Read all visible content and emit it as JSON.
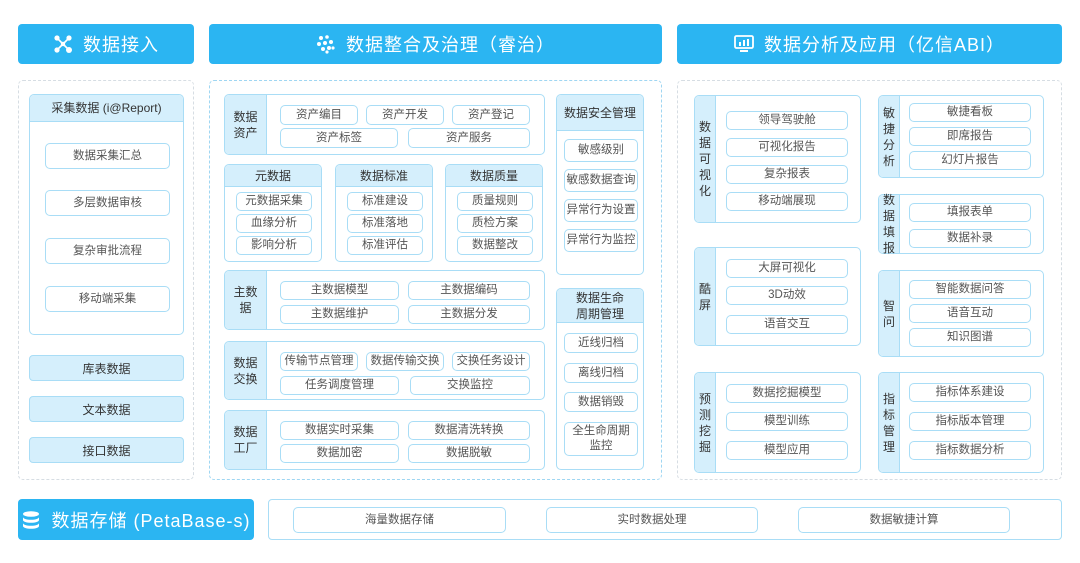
{
  "colors": {
    "header_blue": "#2bb5f2",
    "light_fill": "#d5effc",
    "border_blue": "#a9ddf6"
  },
  "ingest": {
    "title": "数据接入",
    "icon": "nodes-icon",
    "collect": {
      "title": "采集数据 (i@Report)",
      "items": [
        "数据采集汇总",
        "多层数据审核",
        "复杂审批流程",
        "移动端采集"
      ]
    },
    "sources": [
      "库表数据",
      "文本数据",
      "接口数据"
    ]
  },
  "governance": {
    "title": "数据整合及治理（睿治）",
    "icon": "swirl-icon",
    "asset": {
      "label": "数据资产",
      "items": [
        "资产编目",
        "资产开发",
        "资产登记",
        "资产标签",
        "资产服务"
      ]
    },
    "meta": {
      "title": "元数据",
      "items": [
        "元数据采集",
        "血缘分析",
        "影响分析"
      ]
    },
    "standard": {
      "title": "数据标准",
      "items": [
        "标准建设",
        "标准落地",
        "标准评估"
      ]
    },
    "quality": {
      "title": "数据质量",
      "items": [
        "质量规则",
        "质检方案",
        "数据整改"
      ]
    },
    "master": {
      "label": "主数据",
      "items": [
        "主数据模型",
        "主数据编码",
        "主数据维护",
        "主数据分发"
      ]
    },
    "exchange": {
      "label": "数据交换",
      "items": [
        "传输节点管理",
        "数据传输交换",
        "交换任务设计",
        "任务调度管理",
        "交换监控"
      ]
    },
    "factory": {
      "label": "数据工厂",
      "items": [
        "数据实时采集",
        "数据清洗转换",
        "数据加密",
        "数据脱敏"
      ]
    },
    "security": {
      "title": "数据安全管理",
      "items": [
        "敏感级别",
        "敏感数据查询",
        "异常行为设置",
        "异常行为监控"
      ]
    },
    "lifecycle": {
      "title": "数据生命周期管理",
      "items": [
        "近线归档",
        "离线归档",
        "数据销毁",
        "全生命周期监控"
      ]
    }
  },
  "analytics": {
    "title": "数据分析及应用（亿信ABI）",
    "icon": "monitor-chart-icon",
    "groups": [
      {
        "label": "数据可视化",
        "items": [
          "领导驾驶舱",
          "可视化报告",
          "复杂报表",
          "移动端展现"
        ]
      },
      {
        "label": "酷屏",
        "items": [
          "大屏可视化",
          "3D动效",
          "语音交互"
        ]
      },
      {
        "label": "预测挖掘",
        "items": [
          "数据挖掘模型",
          "模型训练",
          "模型应用"
        ]
      },
      {
        "label": "敏捷分析",
        "items": [
          "敏捷看板",
          "即席报告",
          "幻灯片报告"
        ]
      },
      {
        "label": "数据填报",
        "items": [
          "填报表单",
          "数据补录"
        ]
      },
      {
        "label": "智问",
        "items": [
          "智能数据问答",
          "语音互动",
          "知识图谱"
        ]
      },
      {
        "label": "指标管理",
        "items": [
          "指标体系建设",
          "指标版本管理",
          "指标数据分析"
        ]
      }
    ]
  },
  "storage": {
    "title": "数据存储 (PetaBase-s)",
    "icon": "database-icon",
    "items": [
      "海量数据存储",
      "实时数据处理",
      "数据敏捷计算"
    ]
  }
}
